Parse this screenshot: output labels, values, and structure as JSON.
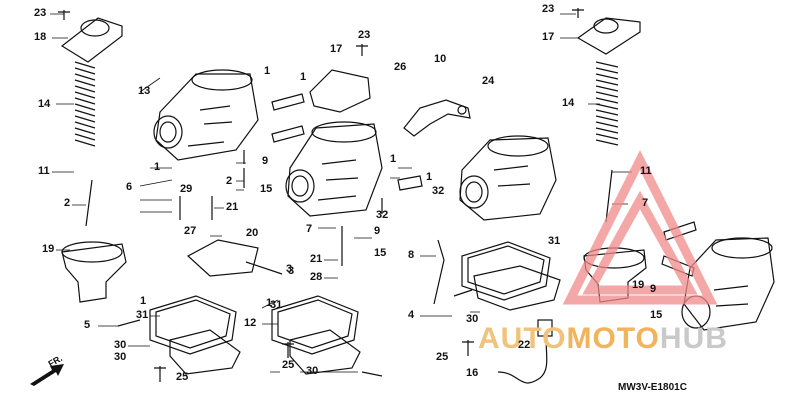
{
  "diagram_code": "MW3V-E1801C",
  "direction_label": "FR.",
  "watermark": {
    "text_a": "AUTO",
    "text_b": "MOTO",
    "text_c": "HUB",
    "color_a": "#f0c27a",
    "color_b": "#f2b35a",
    "color_c": "#c9c9c9",
    "logo_color": "#f08a8a"
  },
  "callouts": [
    "23",
    "18",
    "14",
    "11",
    "2",
    "19",
    "13",
    "1",
    "6",
    "29",
    "27",
    "5",
    "31",
    "30",
    "1",
    "30",
    "25",
    "2",
    "9",
    "15",
    "21",
    "20",
    "3",
    "17",
    "23",
    "1",
    "1",
    "12",
    "31",
    "25",
    "30",
    "7",
    "21",
    "28",
    "9",
    "15",
    "26",
    "10",
    "24",
    "1",
    "1",
    "32",
    "32",
    "8",
    "4",
    "30",
    "25",
    "22",
    "16",
    "23",
    "17",
    "14",
    "11",
    "7",
    "31",
    "19",
    "9",
    "15",
    "1",
    "3"
  ]
}
